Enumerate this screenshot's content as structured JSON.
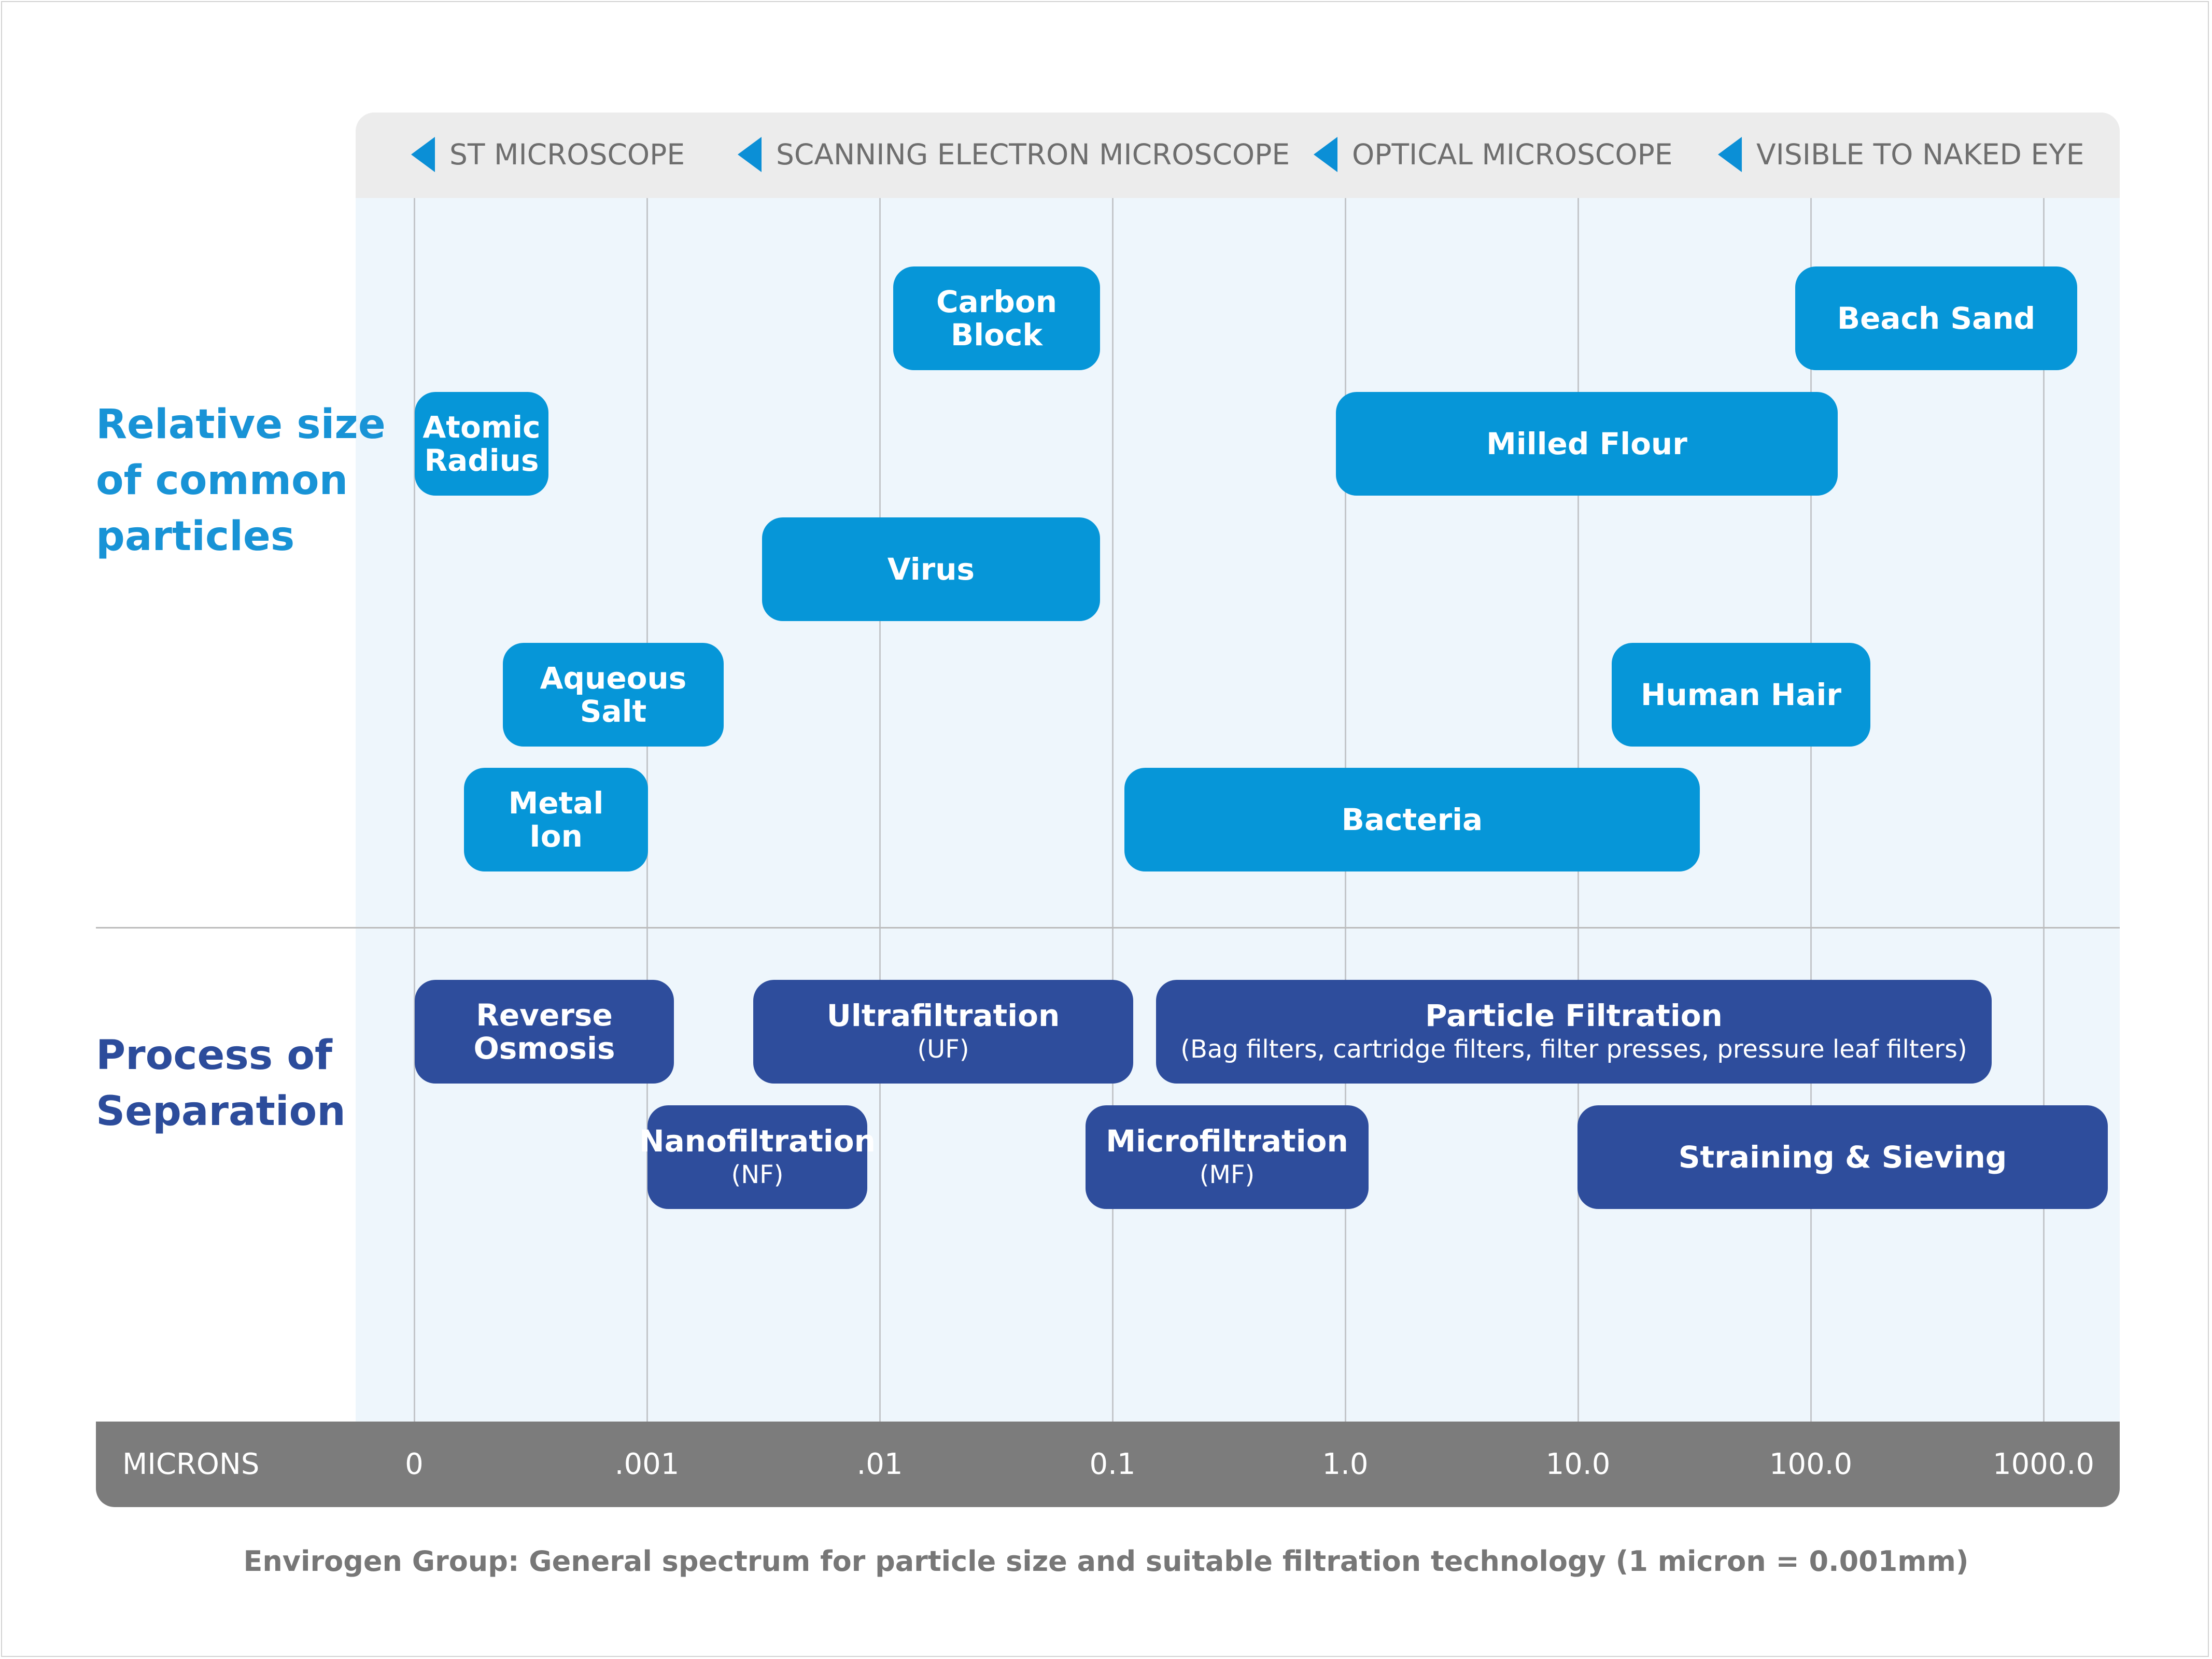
{
  "microscopes": [
    {
      "label": "ST MICROSCOPE"
    },
    {
      "label": "SCANNING ELECTRON MICROSCOPE"
    },
    {
      "label": "OPTICAL MICROSCOPE"
    },
    {
      "label": "VISIBLE TO NAKED EYE"
    }
  ],
  "sections": {
    "particles": "Relative size\nof common\nparticles",
    "process": "Process of\nSeparation"
  },
  "particles": [
    {
      "label": "Carbon\nBlock"
    },
    {
      "label": "Beach Sand"
    },
    {
      "label": "Atomic\nRadius"
    },
    {
      "label": "Milled Flour"
    },
    {
      "label": "Virus"
    },
    {
      "label": "Aqueous\nSalt"
    },
    {
      "label": "Human Hair"
    },
    {
      "label": "Metal\nIon"
    },
    {
      "label": "Bacteria"
    }
  ],
  "processes": [
    {
      "label": "Reverse\nOsmosis",
      "sub": ""
    },
    {
      "label": "Ultrafiltration",
      "sub": "(UF)"
    },
    {
      "label": "Particle Filtration",
      "sub": "(Bag filters, cartridge filters, filter presses, pressure leaf filters)"
    },
    {
      "label": "Nanofiltration",
      "sub": "(NF)"
    },
    {
      "label": "Microfiltration",
      "sub": "(MF)"
    },
    {
      "label": "Straining & Sieving",
      "sub": ""
    }
  ],
  "axis": {
    "title": "MICRONS",
    "ticks": [
      "0",
      ".001",
      ".01",
      "0.1",
      "1.0",
      "10.0",
      "100.0",
      "1000.0"
    ]
  },
  "caption": "Envirogen Group: General spectrum for particle size and suitable filtration technology (1 micron = 0.001mm)",
  "colors": {
    "particle": "#0696d8",
    "process": "#2e4d9c",
    "particle_heading": "#1893d6",
    "process_heading": "#2c4c9b",
    "axis_bar": "#7c7c7c",
    "scope_marker": "#0b8fd6"
  },
  "icons": {
    "scope_marker": "left-triangle-icon"
  }
}
